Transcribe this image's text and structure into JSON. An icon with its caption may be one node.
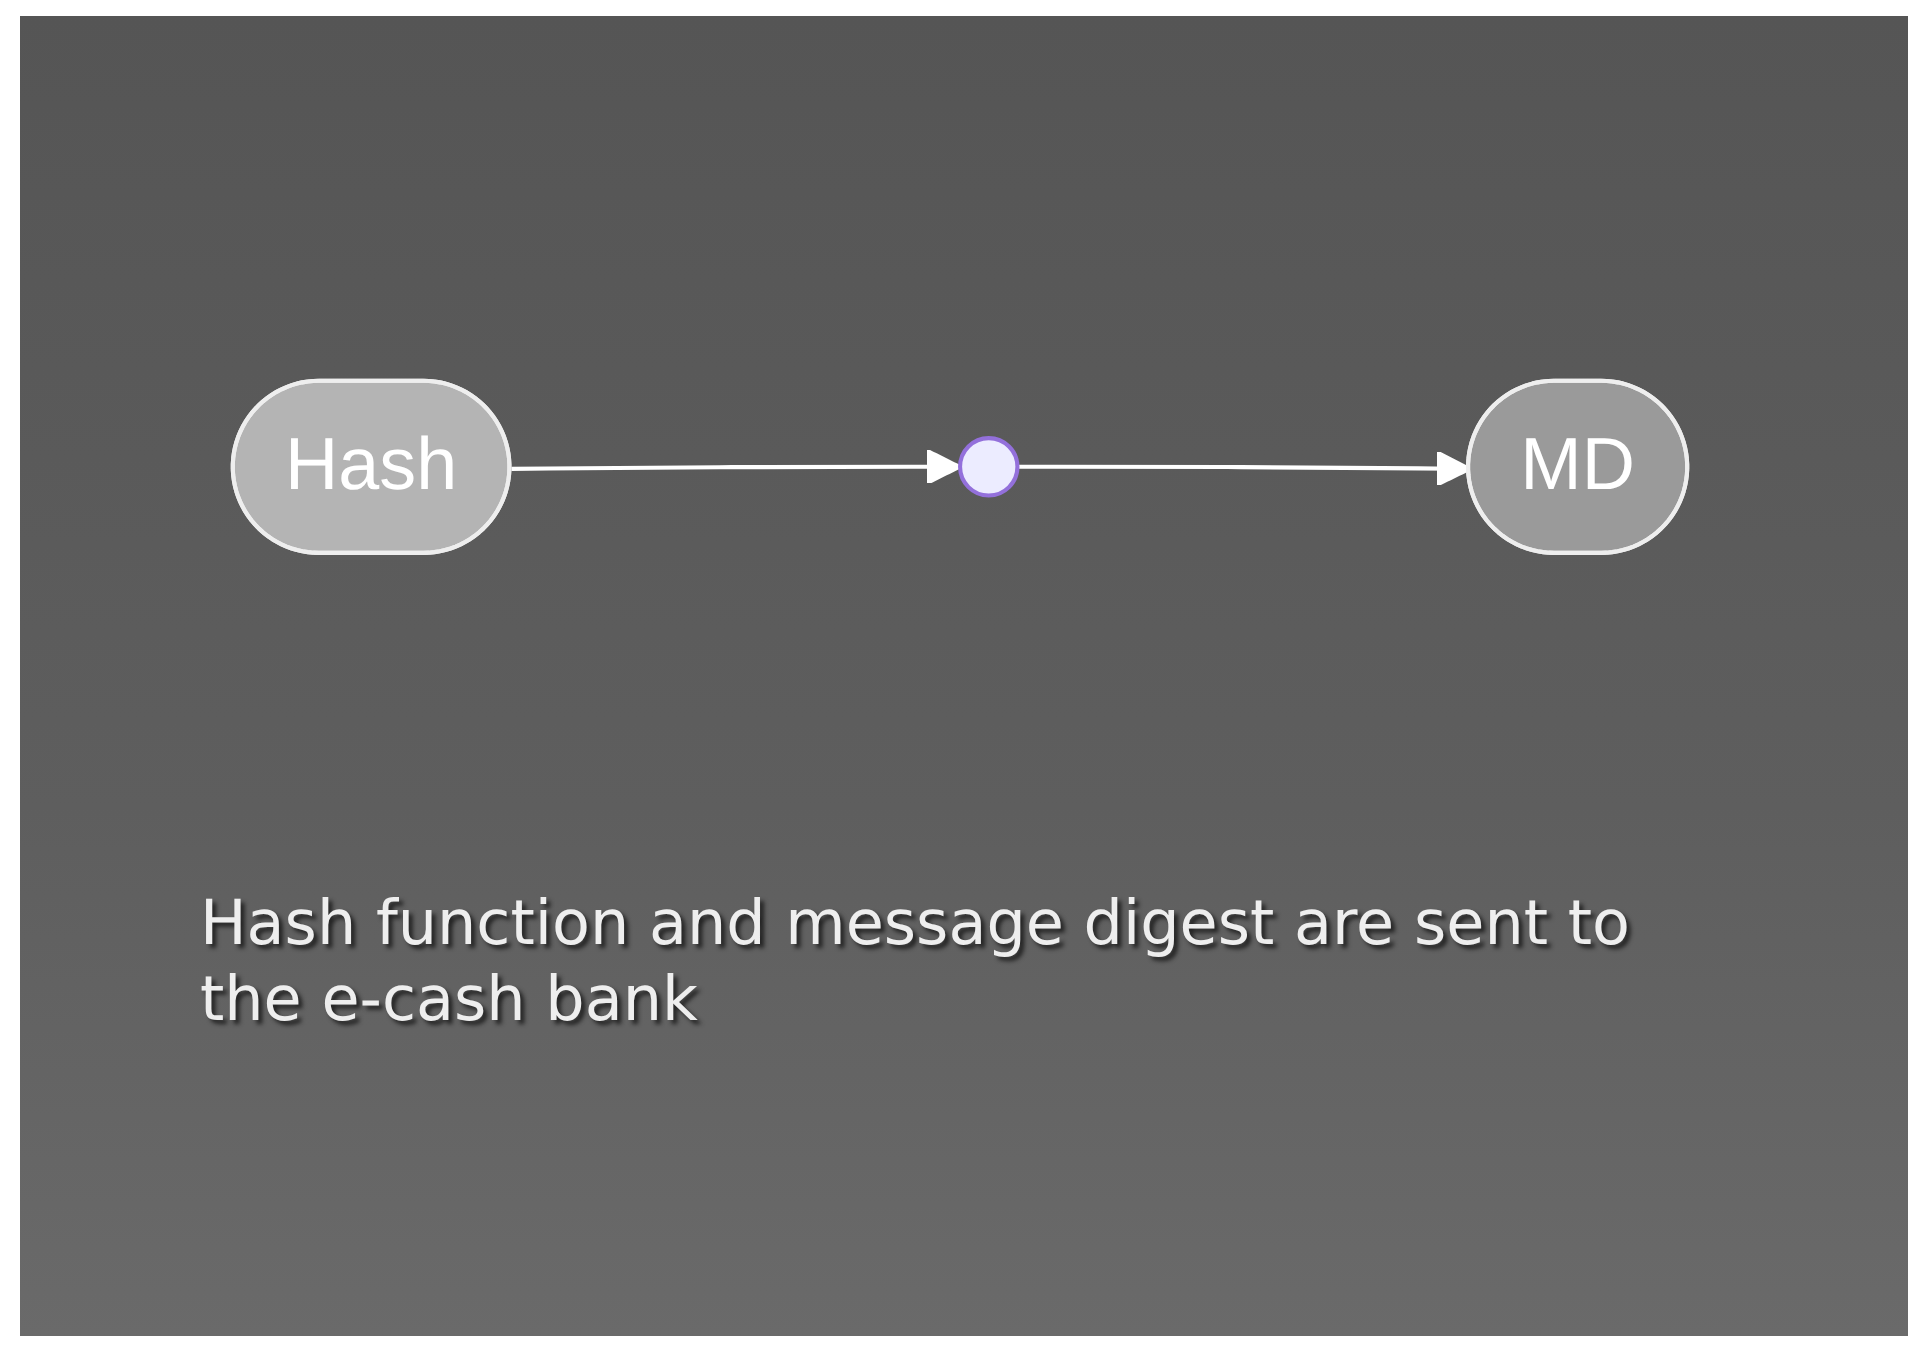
{
  "diagram": {
    "nodes": [
      {
        "text": [
          "Hash"
        ]
      },
      {
        "text": [],
        "shape": "point"
      },
      {
        "text": [
          "MD"
        ]
      }
    ],
    "edges": [
      {
        "from": 0,
        "to": 1,
        "arrow": "to"
      },
      {
        "from": 1,
        "to": 2,
        "arrow": "to"
      }
    ],
    "labels": [
      "Hash function and message digest are sent to the e-cash bank"
    ]
  }
}
